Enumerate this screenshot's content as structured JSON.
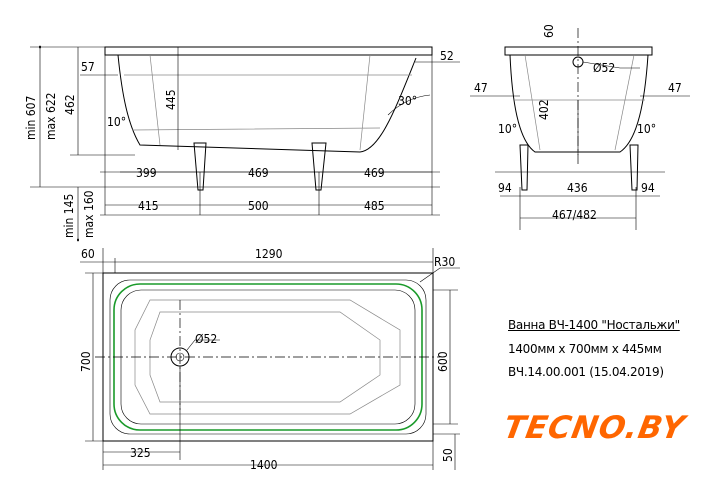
{
  "title": "Ванна ВЧ-1400 \"Ностальжи\"",
  "size": "1400мм x 700мм x 445мм",
  "code": "ВЧ.14.00.001 (15.04.2019)",
  "logo": "TECNO.BY",
  "side_view": {
    "height_total_min": "min 607",
    "height_total_max": "max 622",
    "height_tub": "462",
    "leg_min": "min 145",
    "leg_max": "max 160",
    "rim_left": "57",
    "rim_right": "52",
    "depth": "445",
    "angle_left": "10°",
    "angle_right": "30°",
    "row1": [
      "399",
      "469",
      "469"
    ],
    "row2": [
      "415",
      "500",
      "485"
    ]
  },
  "end_view": {
    "top": "60",
    "drain": "Ø52",
    "left": "47",
    "right": "47",
    "depth": "402",
    "angle_left": "10°",
    "angle_right": "10°",
    "row1": [
      "94",
      "436",
      "94"
    ],
    "row2": "467/482"
  },
  "plan_view": {
    "inner_length": "1290",
    "rim": "60",
    "radius": "R30",
    "width": "700",
    "inner_width": "600",
    "drain": "Ø52",
    "drain_offset": "325",
    "length": "1400",
    "bottom_rim": "50"
  }
}
